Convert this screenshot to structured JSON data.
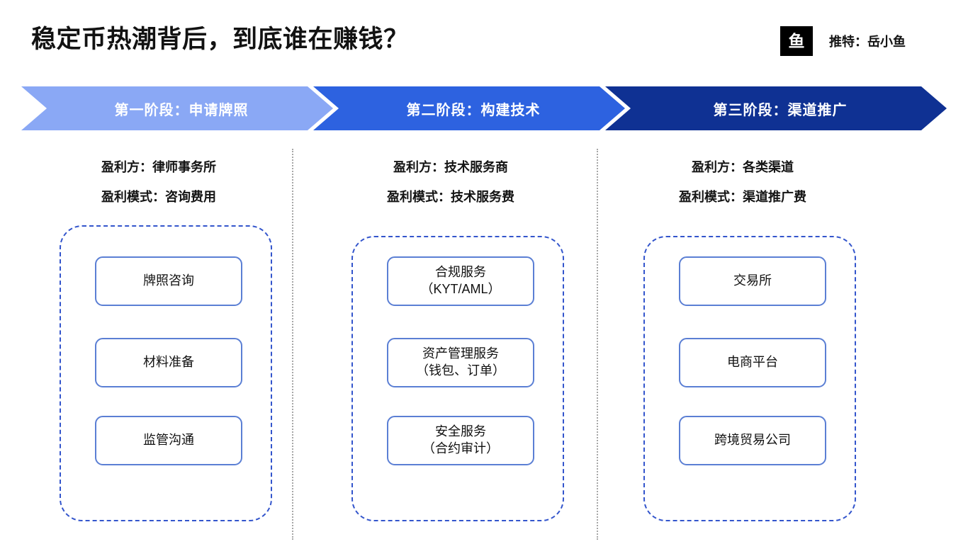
{
  "header": {
    "title": "稳定币热潮背后，到底谁在赚钱？",
    "logo_glyph": "鱼",
    "handle": "推特：岳小鱼",
    "logo_bg": "#000000"
  },
  "stages": [
    {
      "label": "第一阶段：申请牌照",
      "color": "#8aa8f5"
    },
    {
      "label": "第二阶段：构建技术",
      "color": "#2d62e0"
    },
    {
      "label": "第三阶段：渠道推广",
      "color": "#0f3193"
    }
  ],
  "columns": [
    {
      "profit_party": "盈利方：律师事务所",
      "profit_model": "盈利模式：咨询费用",
      "cards": [
        {
          "title": "牌照咨询",
          "sub": ""
        },
        {
          "title": "材料准备",
          "sub": ""
        },
        {
          "title": "监管沟通",
          "sub": ""
        }
      ]
    },
    {
      "profit_party": "盈利方：技术服务商",
      "profit_model": "盈利模式：技术服务费",
      "cards": [
        {
          "title": "合规服务",
          "sub": "（KYT/AML）"
        },
        {
          "title": "资产管理服务",
          "sub": "（钱包、订单）"
        },
        {
          "title": "安全服务",
          "sub": "（合约审计）"
        }
      ]
    },
    {
      "profit_party": "盈利方：各类渠道",
      "profit_model": "盈利模式：渠道推广费",
      "cards": [
        {
          "title": "交易所",
          "sub": ""
        },
        {
          "title": "电商平台",
          "sub": ""
        },
        {
          "title": "跨境贸易公司",
          "sub": ""
        }
      ]
    }
  ],
  "theme": {
    "background": "#ffffff",
    "card_border": "#5b7fd4",
    "dashed_border": "#3355cc",
    "divider": "#a7a7a7",
    "text": "#111111"
  }
}
